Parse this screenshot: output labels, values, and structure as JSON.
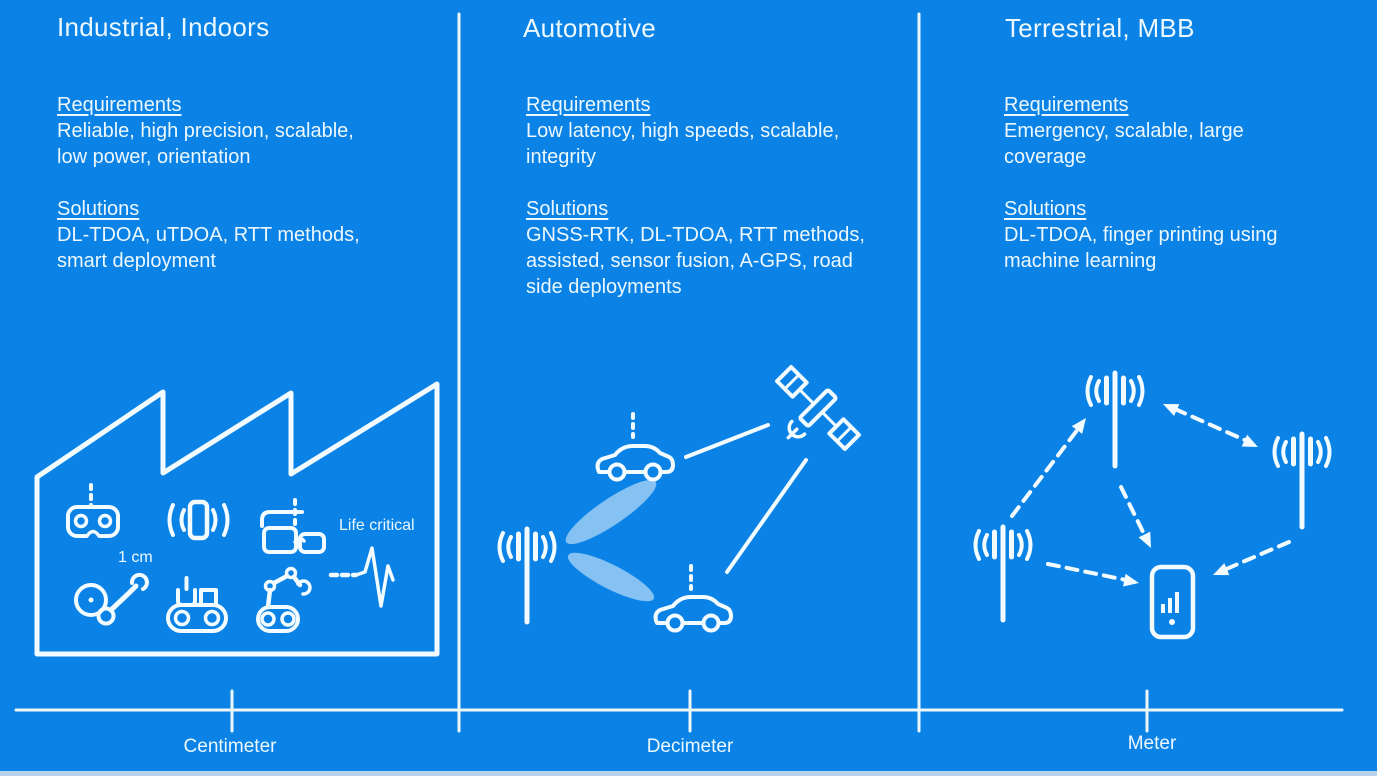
{
  "canvas": {
    "background_color": "#0A82E6",
    "line_color": "#F2FBFF",
    "text_color": "#ECF8FE",
    "beam_color": "rgba(235,247,253,0.55)",
    "bottom_strip_color": "#B6D3E9"
  },
  "columns": [
    {
      "title": "Industrial, Indoors",
      "requirements_heading": "Requirements",
      "requirements_lines": [
        "Reliable, high precision, scalable,",
        "low power, orientation"
      ],
      "solutions_heading": "Solutions",
      "solutions_lines": [
        "DL-TDOA, uTDOA, RTT methods,",
        "smart deployment"
      ],
      "scale_label": "Centimeter",
      "annotations": {
        "scale_note": "1 cm",
        "life_critical": "Life critical"
      },
      "icons": [
        "factory-icon",
        "vr-goggles-icon",
        "asset-tag-signal-icon",
        "smart-glasses-icon",
        "robot-grinder-icon",
        "conveyor-belt-icon",
        "tracked-robot-arm-icon",
        "heartbeat-icon"
      ]
    },
    {
      "title": "Automotive",
      "requirements_heading": "Requirements",
      "requirements_lines": [
        "Low latency, high speeds, scalable,",
        "integrity"
      ],
      "solutions_heading": "Solutions",
      "solutions_lines": [
        "GNSS-RTK, DL-TDOA, RTT methods,",
        "assisted, sensor fusion, A-GPS, road",
        "side deployments"
      ],
      "scale_label": "Decimeter",
      "icons": [
        "base-station-icon",
        "car-icon",
        "satellite-icon",
        "beam-lobe-icon"
      ]
    },
    {
      "title": "Terrestrial, MBB",
      "requirements_heading": "Requirements",
      "requirements_lines": [
        "Emergency, scalable, large",
        "coverage"
      ],
      "solutions_heading": "Solutions",
      "solutions_lines": [
        "DL-TDOA, finger printing using",
        "machine learning"
      ],
      "scale_label": "Meter",
      "icons": [
        "base-station-icon",
        "smartphone-icon",
        "dashed-arrow-icon"
      ]
    }
  ],
  "axis": {
    "tick_labels": [
      "Centimeter",
      "Decimeter",
      "Meter"
    ]
  }
}
